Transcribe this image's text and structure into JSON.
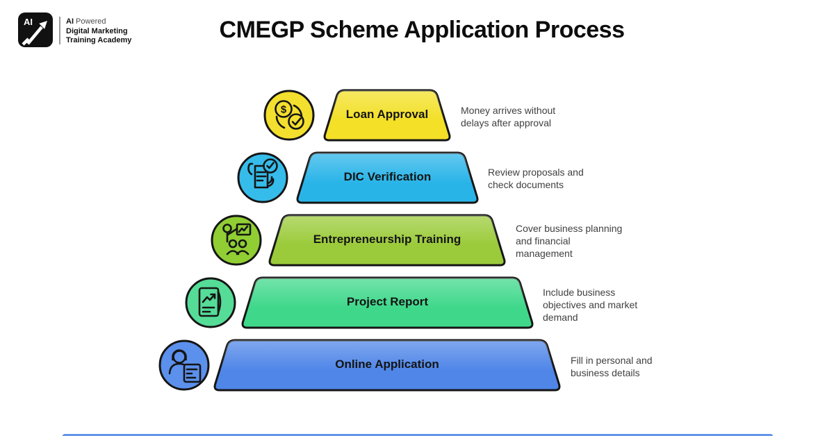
{
  "logo": {
    "monogram": "AI",
    "line1_bold": "AI",
    "line1_rest": " Powered",
    "line2": "Digital Marketing",
    "line3": "Training Academy"
  },
  "title": "CMEGP Scheme Application Process",
  "accent_bar_color": "#5b8fea",
  "outline_color": "#151515",
  "steps": [
    {
      "label": "Loan Approval",
      "description": "Money arrives without\ndelays after approval",
      "color": "#F3E027",
      "icon_color": "#F3DF2D",
      "icon": "money-approved-icon",
      "icon_glyph": "$"
    },
    {
      "label": "DIC Verification",
      "description": "Review proposals and\ncheck documents",
      "color": "#29B4E8",
      "icon_color": "#36BCEA",
      "icon": "document-check-icon"
    },
    {
      "label": "Entrepreneurship Training",
      "description": "Cover business planning\nand financial\nmanagement",
      "color": "#9BCB3A",
      "icon_color": "#90CE33",
      "icon": "training-presentation-icon"
    },
    {
      "label": "Project Report",
      "description": "Include business\nobjectives and market\ndemand",
      "color": "#3FD88B",
      "icon_color": "#55DC97",
      "icon": "report-chart-icon"
    },
    {
      "label": "Online Application",
      "description": "Fill in personal and\nbusiness details",
      "color": "#4F86E8",
      "icon_color": "#5B90EC",
      "icon": "person-form-icon"
    }
  ]
}
